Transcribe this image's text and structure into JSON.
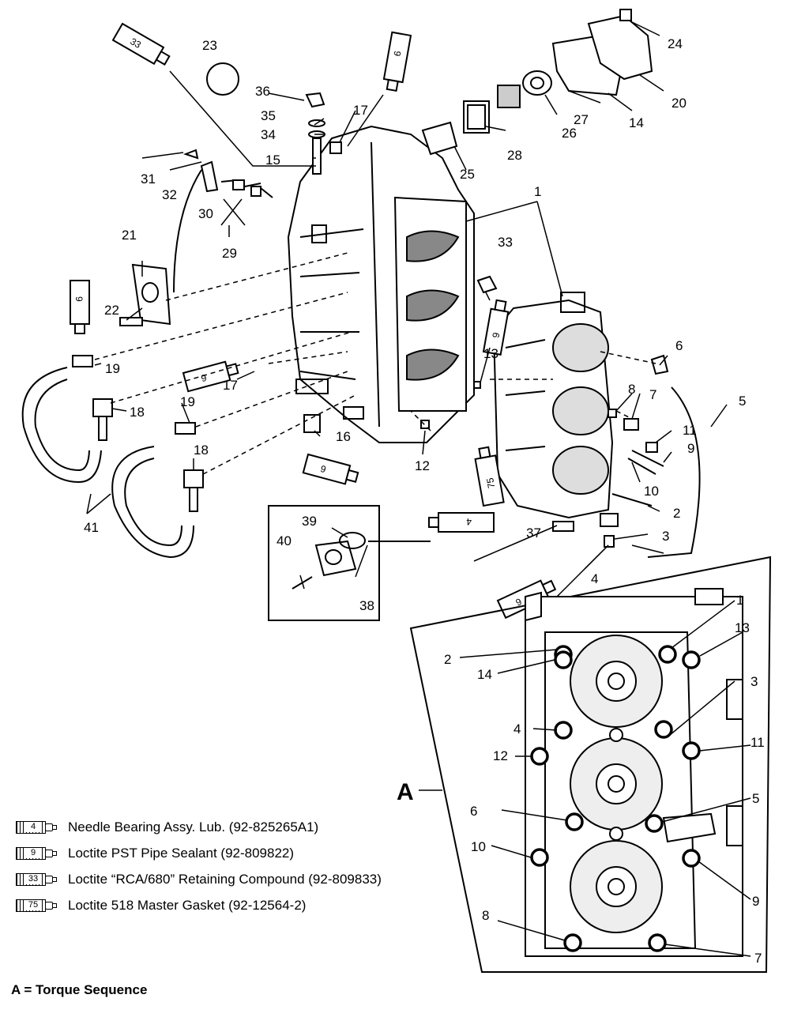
{
  "callouts": [
    "1",
    "2",
    "3",
    "4",
    "5",
    "6",
    "7",
    "8",
    "9",
    "10",
    "11",
    "12",
    "13",
    "14",
    "15",
    "16",
    "17",
    "18",
    "19",
    "20",
    "21",
    "22",
    "23",
    "24",
    "25",
    "26",
    "27",
    "28",
    "29",
    "30",
    "31",
    "32",
    "33",
    "34",
    "35",
    "36",
    "37",
    "38",
    "39",
    "40",
    "41"
  ],
  "tube_labels": {
    "t33": "33",
    "t9": "9",
    "t4": "4",
    "t75": "75"
  },
  "torque_view": {
    "label": "A",
    "sequence": [
      "1",
      "2",
      "3",
      "4",
      "5",
      "6",
      "7",
      "8",
      "9",
      "10",
      "11",
      "12",
      "13",
      "14"
    ]
  },
  "legend": [
    {
      "code": "4",
      "text": "Needle Bearing Assy. Lub. (92-825265A1)"
    },
    {
      "code": "9",
      "text": "Loctite PST Pipe Sealant (92-809822)"
    },
    {
      "code": "33",
      "text": "Loctite “RCA/680” Retaining Compound (92-809833)"
    },
    {
      "code": "75",
      "text": "Loctite 518 Master Gasket (92-12564-2)"
    }
  ],
  "footer": "A = Torque Sequence"
}
